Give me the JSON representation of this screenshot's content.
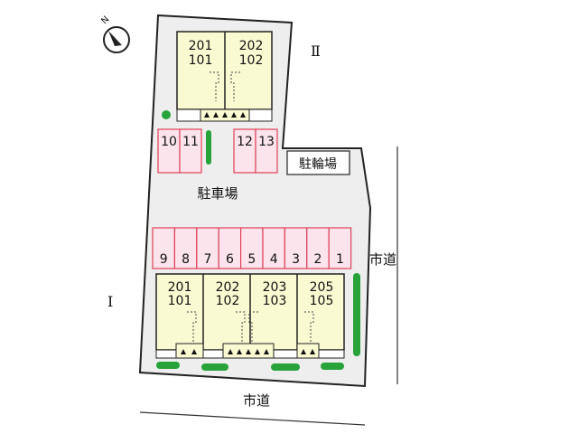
{
  "compass": {
    "north_letter": "N"
  },
  "buildings": {
    "building_2": {
      "roman": "Ⅱ",
      "units": [
        {
          "upper": "201",
          "lower": "101"
        },
        {
          "upper": "202",
          "lower": "102"
        }
      ]
    },
    "building_1": {
      "roman": "Ⅰ",
      "units": [
        {
          "upper": "201",
          "lower": "101"
        },
        {
          "upper": "202",
          "lower": "102"
        },
        {
          "upper": "203",
          "lower": "103"
        },
        {
          "upper": "205",
          "lower": "105"
        }
      ]
    }
  },
  "parking": {
    "label": "駐車場",
    "top_spaces": [
      "10",
      "11",
      "12",
      "13"
    ],
    "bottom_spaces": [
      "9",
      "8",
      "7",
      "6",
      "5",
      "4",
      "3",
      "2",
      "1"
    ]
  },
  "bicycle_parking": {
    "label": "駐輪場"
  },
  "roads": {
    "east": "市道",
    "south": "市道"
  },
  "colors": {
    "lot": "#eeeeee",
    "lot_border": "#222222",
    "building": "#fafad2",
    "parking_fill": "#fbe4ec",
    "parking_border": "#e0405a",
    "greenery": "#27a33a"
  }
}
